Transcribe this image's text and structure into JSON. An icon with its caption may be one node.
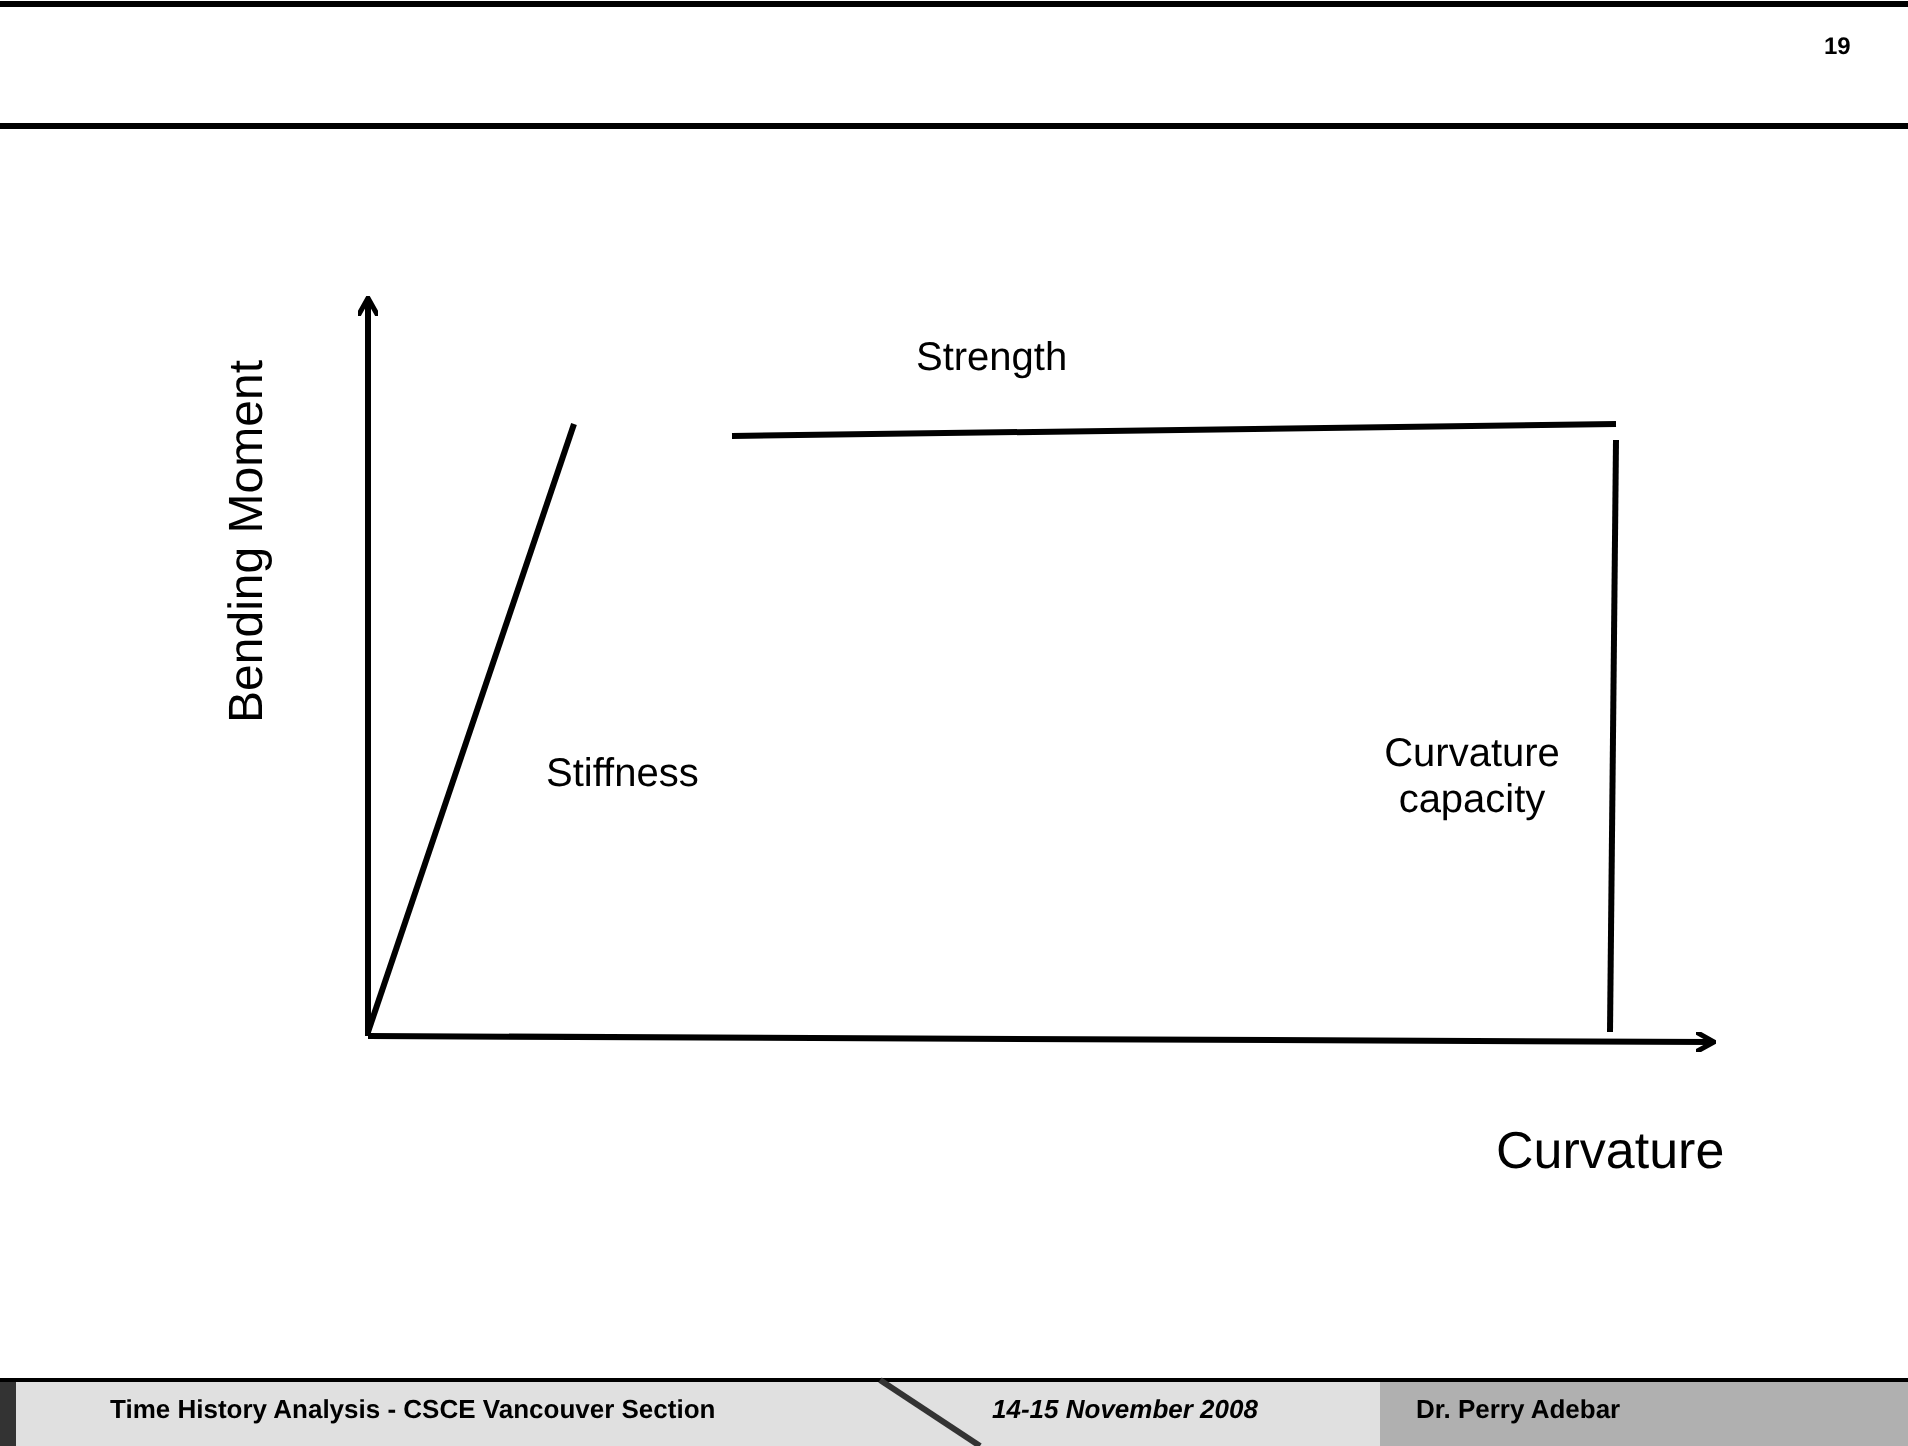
{
  "diagram": {
    "labels": [
      "19",
      "Strength",
      "Bending Moment",
      "Curvature capacity",
      "Stiffness",
      "Curvature",
      "Time History Analysis - CSCE Vancouver Section",
      "14-15 November 2008",
      "Dr. Perry Adebar"
    ]
  }
}
